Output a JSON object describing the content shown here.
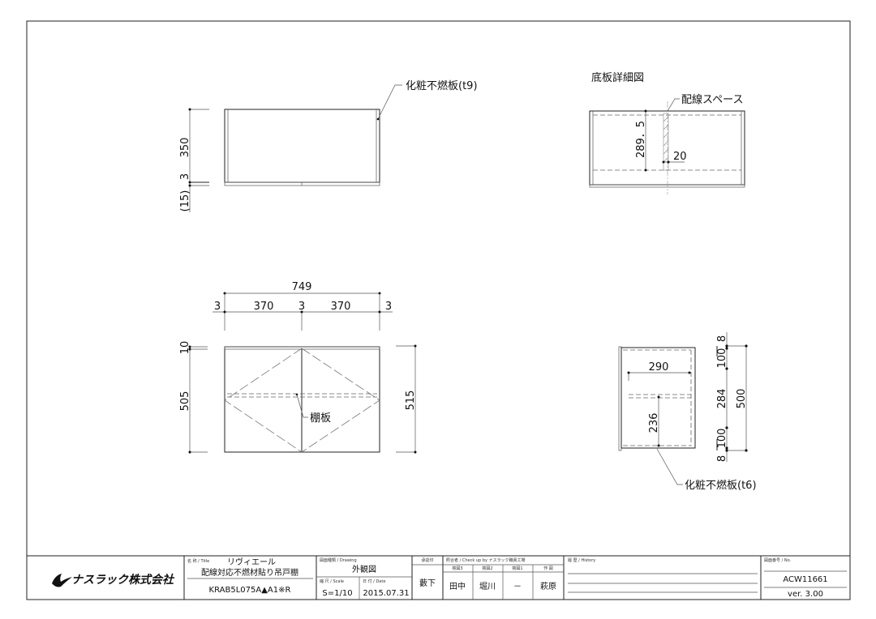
{
  "drawing": {
    "top_view": {
      "label_panel": "化粧不燃板(t9)",
      "dim_height": "350",
      "dim_gap": "3",
      "dim_bottom": "(15)"
    },
    "detail_view": {
      "title": "底板詳細図",
      "label_space": "配線スペース",
      "dim_depth": "289．5",
      "dim_width": "20"
    },
    "front_view": {
      "dim_total": "749",
      "dim_left_gap": "3",
      "dim_left_door": "370",
      "dim_mid_gap": "3",
      "dim_right_door": "370",
      "dim_right_gap": "3",
      "dim_top": "10",
      "dim_door_height": "505",
      "dim_total_height": "515",
      "label_shelf": "棚板"
    },
    "side_view": {
      "dim_shelf_depth": "290",
      "dim_shelf_height": "236",
      "dim_top_8": "8",
      "dim_top_100": "100",
      "dim_mid": "284",
      "dim_bottom_100": "100",
      "dim_bottom_8": "8",
      "dim_total": "500",
      "label_panel": "化粧不燃板(t6)"
    }
  },
  "title_block": {
    "company": "ナスラック株式会社",
    "title_header": "名 称 / Title",
    "title_main": "リヴィエール",
    "title_sub": "配線対応不燃材貼り吊戸棚",
    "model": "KRAB5L075A▲A1※R",
    "drawing_header": "図面種類 / Drawing",
    "drawing_type": "外観図",
    "scale_header": "縮 尺 / Scale",
    "scale": "S=1/10",
    "date_header": "日 付 / Date",
    "date": "2015.07.31",
    "approval_header": "承認印",
    "approver": "藪下",
    "check_header": "照合者 / Check up by ナスラック職責工場",
    "checks": [
      {
        "header": "検図3",
        "name": "田中"
      },
      {
        "header": "検図2",
        "name": "堀川"
      },
      {
        "header": "検図1",
        "name": "－"
      },
      {
        "header": "作 図",
        "name": "萩原"
      }
    ],
    "history_header": "履 歴 / History",
    "no_header": "図面番号 / No.",
    "number": "ACW11661",
    "version": "ver. 3.00"
  }
}
